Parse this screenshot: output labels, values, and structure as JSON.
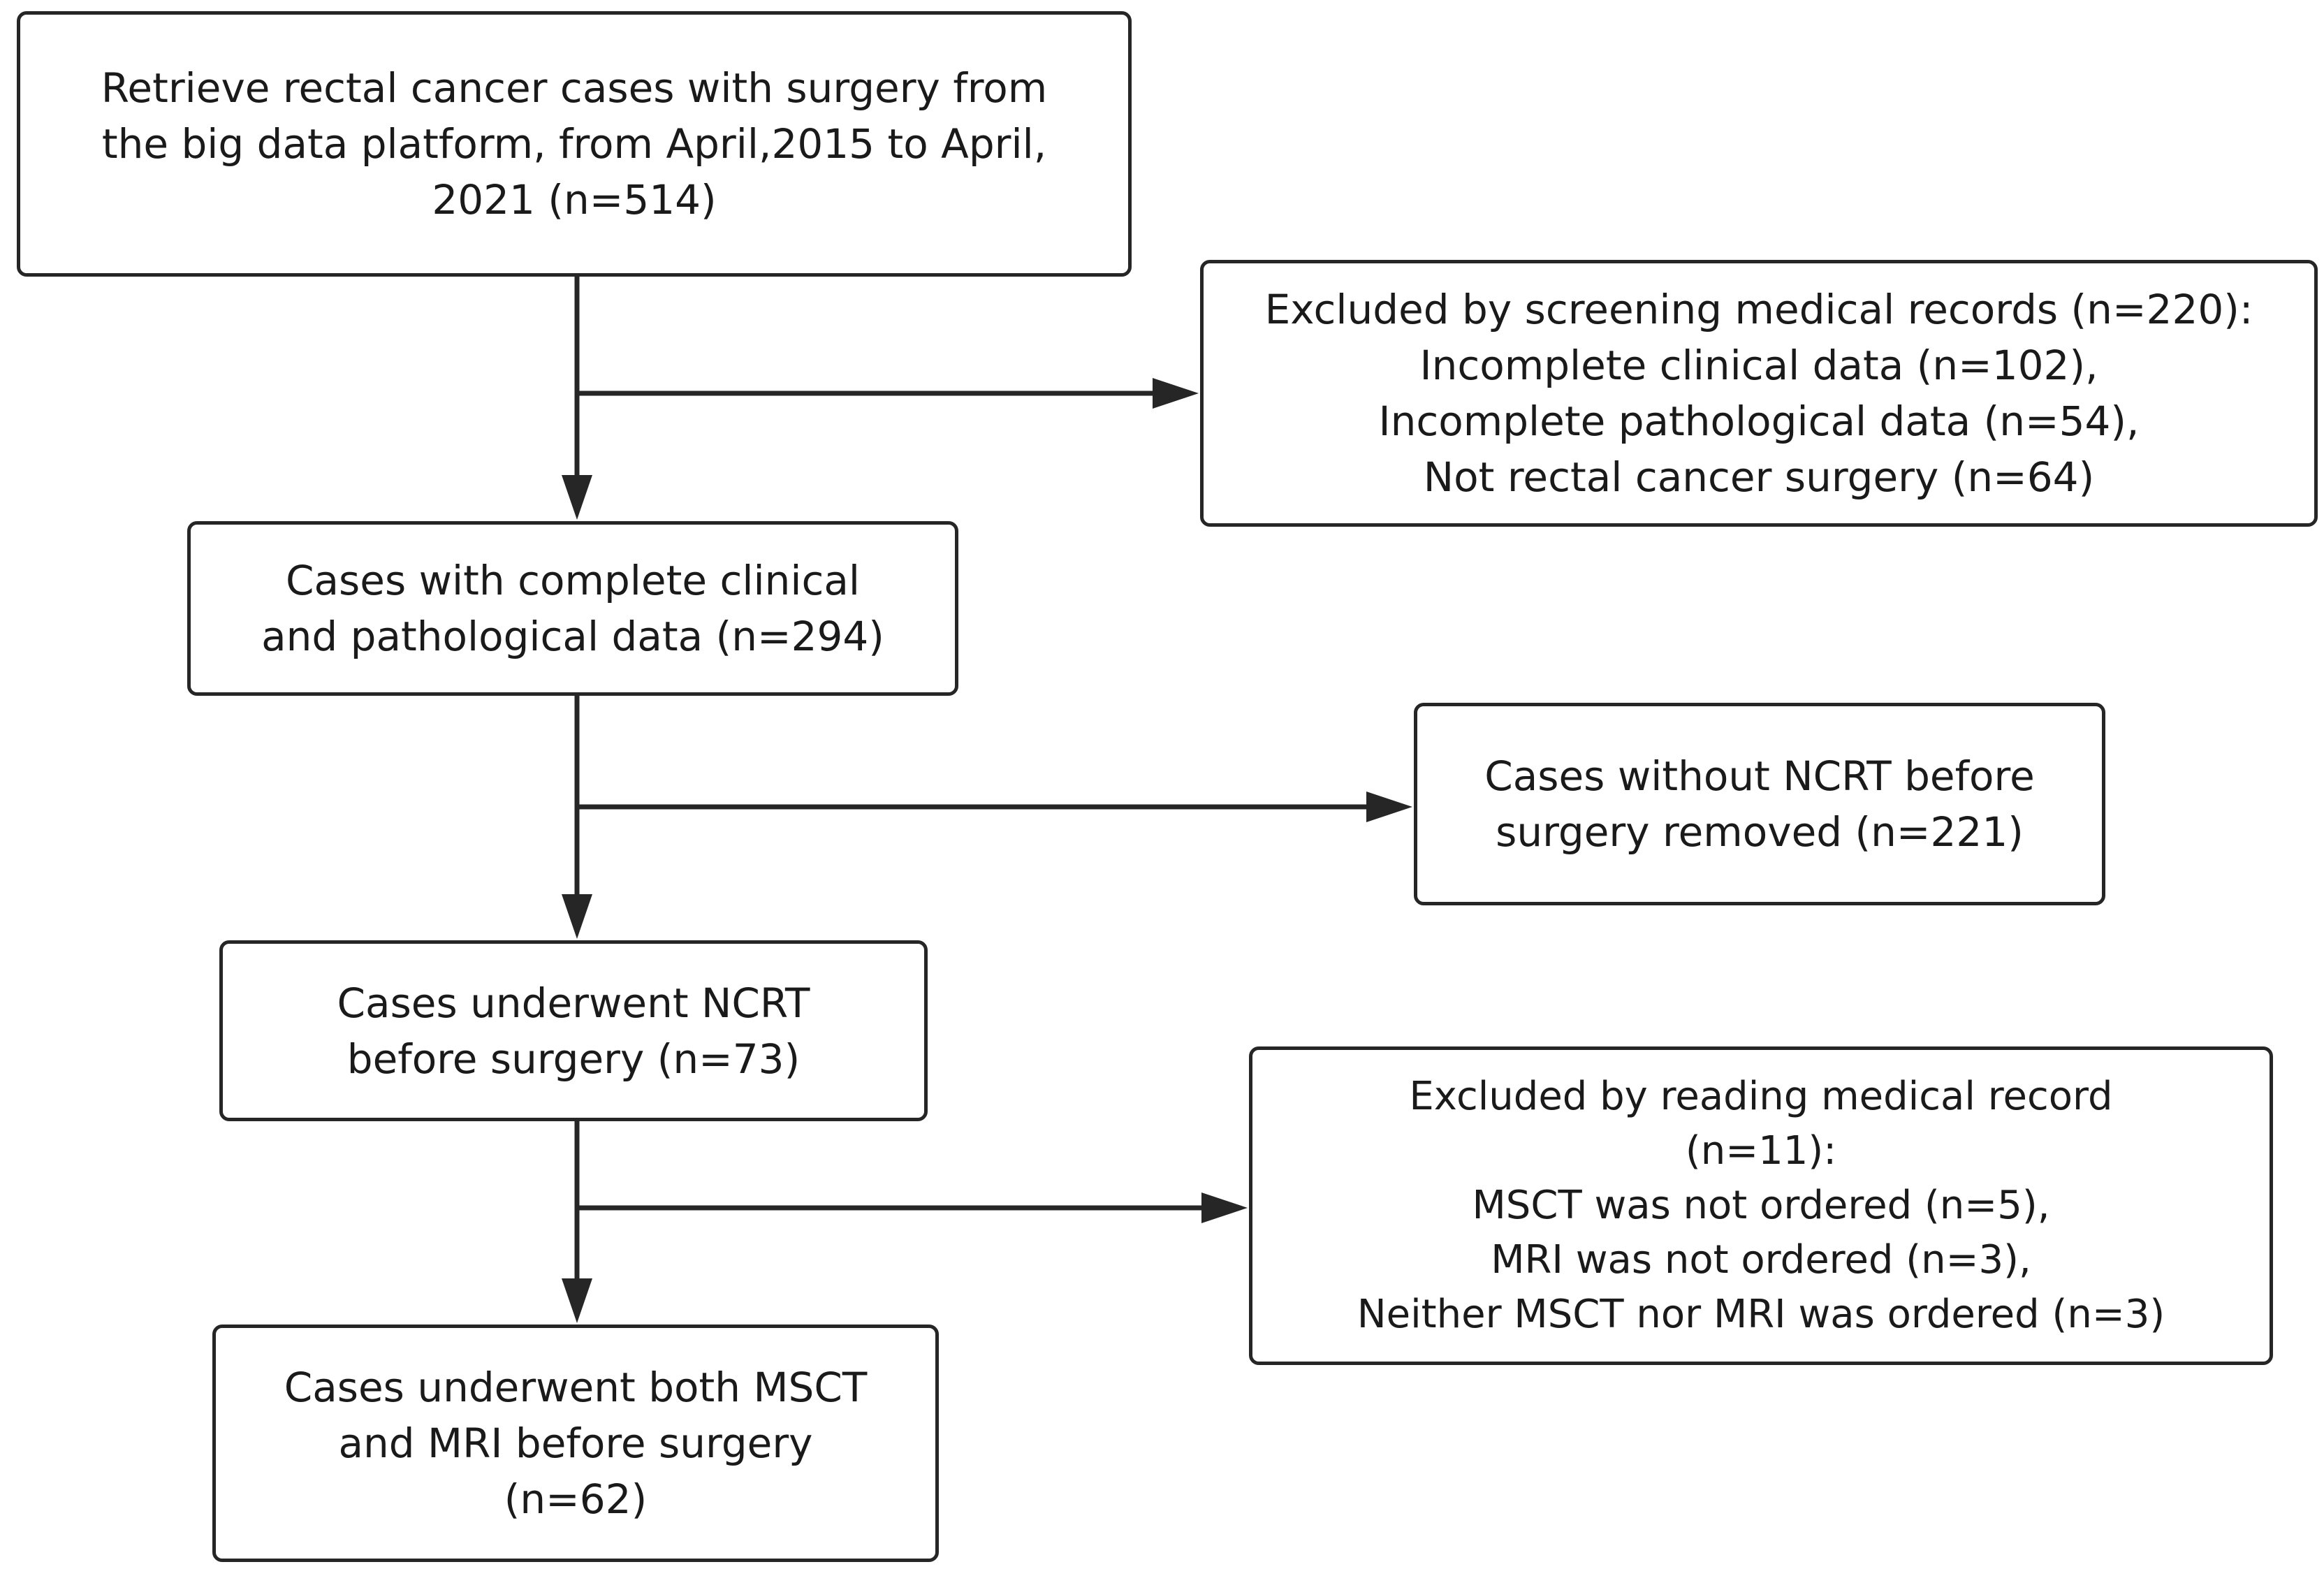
{
  "steps": {
    "retrieve": {
      "lines": [
        "Retrieve rectal cancer cases with surgery from",
        "the big data platform, from April,2015 to April,",
        "2021 (n=514)"
      ]
    },
    "complete": {
      "lines": [
        "Cases with complete clinical",
        "and pathological data (n=294)"
      ]
    },
    "ncrt": {
      "lines": [
        "Cases underwent NCRT",
        "before surgery (n=73)"
      ]
    },
    "both": {
      "lines": [
        "Cases underwent both MSCT",
        "and MRI before surgery",
        "(n=62)"
      ]
    }
  },
  "exclusions": {
    "screening": {
      "lines": [
        "Excluded by screening medical records (n=220):",
        "Incomplete clinical data (n=102),",
        "Incomplete pathological data (n=54),",
        "Not rectal cancer surgery (n=64)"
      ]
    },
    "no_ncrt": {
      "lines": [
        "Cases without NCRT before",
        "surgery removed (n=221)"
      ]
    },
    "reading": {
      "lines": [
        "Excluded by reading medical record",
        "(n=11):",
        "MSCT was not ordered (n=5),",
        "MRI was not ordered (n=3),",
        "Neither MSCT nor MRI was ordered (n=3)"
      ]
    }
  }
}
